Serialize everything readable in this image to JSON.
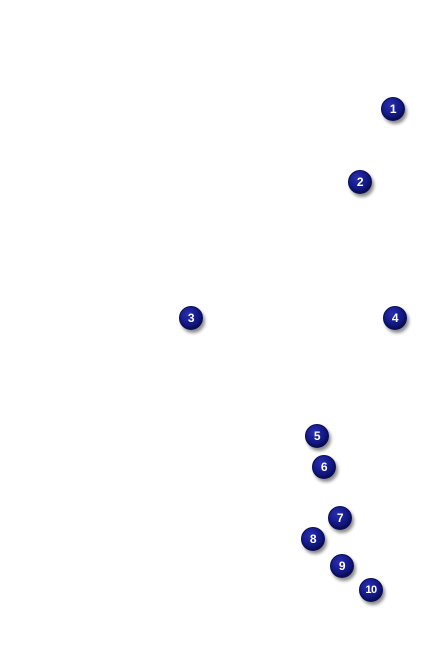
{
  "markers": [
    {
      "label": "1"
    },
    {
      "label": "2"
    },
    {
      "label": "3"
    },
    {
      "label": "4"
    },
    {
      "label": "5"
    },
    {
      "label": "6"
    },
    {
      "label": "7"
    },
    {
      "label": "8"
    },
    {
      "label": "9"
    },
    {
      "label": "10"
    }
  ],
  "colors": {
    "background": "#ffffff",
    "marker_fill": "#141a8a",
    "marker_text": "#ffffff"
  }
}
